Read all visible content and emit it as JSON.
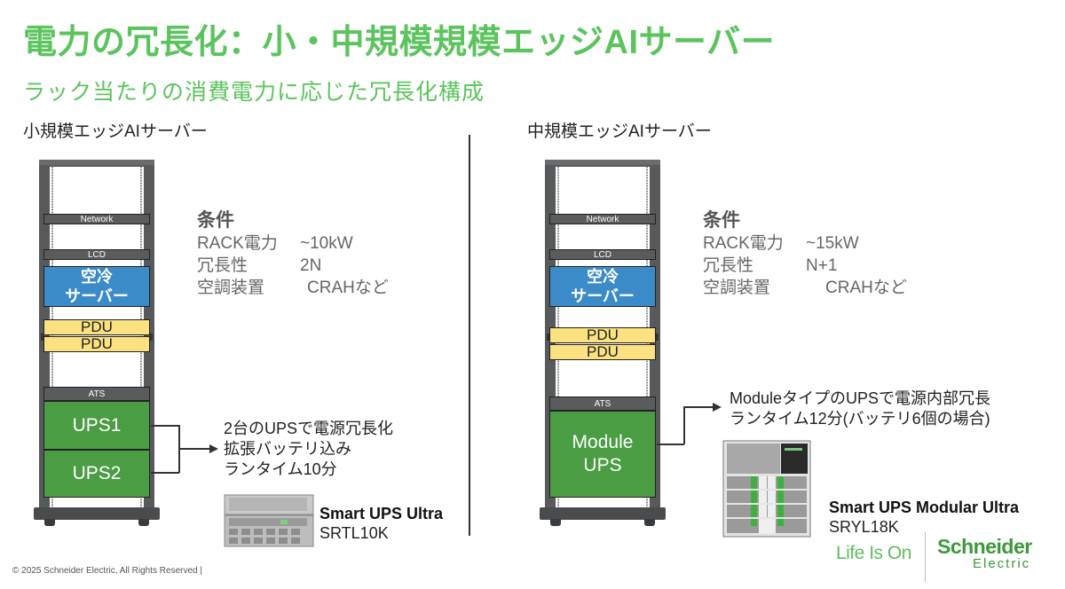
{
  "slide": {
    "title": "電力の冗長化：小・中規模規模エッジAIサーバー",
    "subtitle": "ラック当たりの消費電力に応じた冗長化構成",
    "theme_color": "#5cc45e"
  },
  "left": {
    "section_title": "小規模エッジAIサーバー",
    "rack": {
      "network": "Network",
      "lcd": "LCD",
      "server_line1": "空冷",
      "server_line2": "サーバー",
      "pdu1": "PDU",
      "pdu2": "PDU",
      "ats": "ATS",
      "ups1": "UPS1",
      "ups2": "UPS2"
    },
    "conditions": {
      "heading": "条件",
      "rows": [
        {
          "key": "RACK電力",
          "value": "~10kW"
        },
        {
          "key": "冗長性",
          "value": "2N"
        },
        {
          "key": "空調装置",
          "value": "CRAHなど"
        }
      ]
    },
    "note": [
      "2台のUPSで電源冗長化",
      "拡張バッテリ込み",
      "ランタイム10分"
    ],
    "product": {
      "name": "Smart UPS Ultra",
      "model": "SRTL10K",
      "image_icon": "rack-ups-image"
    }
  },
  "right": {
    "section_title": "中規模エッジAIサーバー",
    "rack": {
      "network": "Network",
      "lcd": "LCD",
      "server_line1": "空冷",
      "server_line2": "サーバー",
      "pdu1": "PDU",
      "pdu2": "PDU",
      "ats": "ATS",
      "ups_line1": "Module",
      "ups_line2": "UPS"
    },
    "conditions": {
      "heading": "条件",
      "rows": [
        {
          "key": "RACK電力",
          "value": "~15kW"
        },
        {
          "key": "冗長性",
          "value": "N+1"
        },
        {
          "key": "空調装置",
          "value": "CRAHなど"
        }
      ]
    },
    "note": [
      "ModuleタイプのUPSで電源内部冗長",
      "ランタイム12分(バッテリ6個の場合)"
    ],
    "product": {
      "name": "Smart UPS Modular Ultra",
      "model": "SRYL18K",
      "image_icon": "modular-ups-image"
    }
  },
  "footer": {
    "copyright": "© 2025 Schneider Electric, All Rights Reserved |",
    "tagline": "Life Is On",
    "brand": "Schneider",
    "brand_sub": "Electric"
  }
}
